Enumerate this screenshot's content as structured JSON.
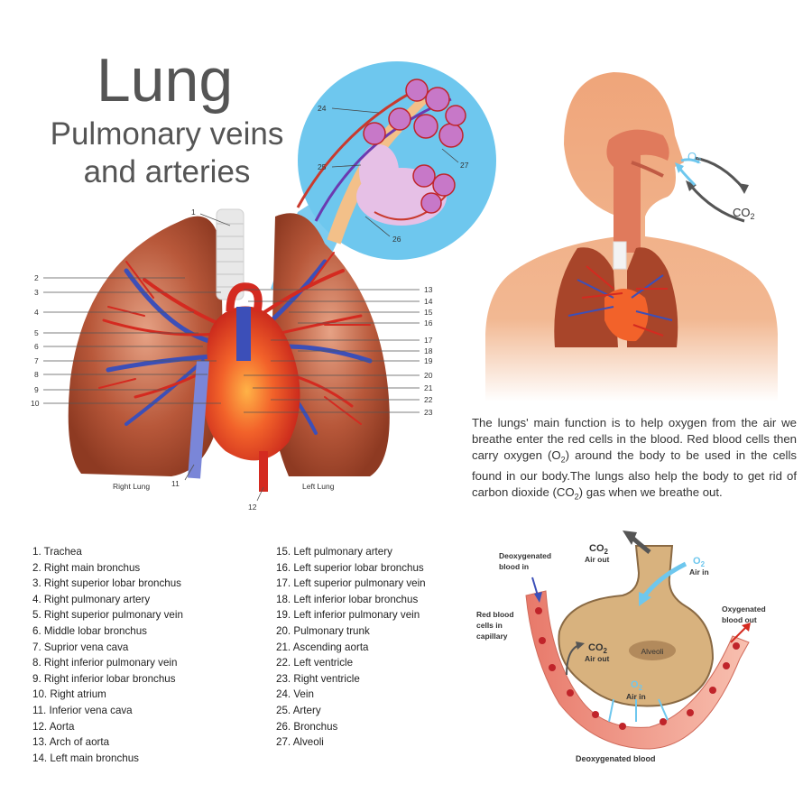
{
  "header": {
    "title": "Lung",
    "subtitle_line1": "Pulmonary veins",
    "subtitle_line2": "and arteries"
  },
  "lung_diagram": {
    "right_lung_label": "Right Lung",
    "left_lung_label": "Left Lung",
    "callouts_left": [
      "1",
      "2",
      "3",
      "4",
      "5",
      "6",
      "7",
      "8",
      "9",
      "10",
      "11",
      "12"
    ],
    "callouts_right": [
      "13",
      "14",
      "15",
      "16",
      "17",
      "18",
      "19",
      "20",
      "21",
      "22",
      "23"
    ],
    "zoom_callouts": [
      "24",
      "25",
      "26",
      "27"
    ]
  },
  "body_diagram": {
    "o2_label": "O",
    "o2_sub": "2",
    "co2_label": "CO",
    "co2_sub": "2"
  },
  "description": {
    "p1": "The lungs' main function is to help oxygen from the air we breathe enter the red cells in the blood. Red blood cells then carry oxygen (O",
    "sub1": "2",
    "p2": ") around the body to be used in the cells found in our body.The lungs also help the body to get rid of carbon dioxide (CO",
    "sub2": "2",
    "p3": ") gas when we breathe out."
  },
  "legend_col1": [
    "1. Trachea",
    "2. Right main bronchus",
    "3. Right superior lobar bronchus",
    "4. Right pulmonary artery",
    "5. Right superior pulmonary vein",
    "6. Middle lobar bronchus",
    "7. Suprior vena cava",
    "8. Right inferior pulmonary vein",
    "9. Right inferior lobar bronchus",
    "10. Right atrium",
    "11. Inferior vena cava",
    "12. Aorta",
    "13. Arch of aorta",
    "14. Left main bronchus"
  ],
  "legend_col2": [
    "15. Left pulmonary artery",
    "16. Left superior lobar bronchus",
    "17. Left superior pulmonary vein",
    "18. Left inferior lobar bronchus",
    "19. Left inferior pulmonary vein",
    "20. Pulmonary trunk",
    "21. Ascending aorta",
    "22. Left ventricle",
    "23. Right ventricle",
    "24. Vein",
    "25. Artery",
    "26. Bronchus",
    "27. Alveoli"
  ],
  "alveoli_diagram": {
    "deoxy_in": [
      "Deoxygenated",
      "blood in"
    ],
    "co2_top": "CO",
    "co2_top_sub": "2",
    "air_out_top": "Air out",
    "o2_top": "O",
    "o2_top_sub": "2",
    "air_in_top": "Air in",
    "oxy_out": [
      "Oxygenated",
      "blood out"
    ],
    "red_cells": [
      "Red blood",
      "cells in",
      "capillary"
    ],
    "co2_mid": "CO",
    "co2_mid_sub": "2",
    "air_out_mid": "Air out",
    "alveoli": "Alveoli",
    "o2_mid": "O",
    "o2_mid_sub": "2",
    "air_in_mid": "Air in",
    "deoxy_bottom": "Deoxygenated blood"
  },
  "colors": {
    "lung": "#a8452a",
    "lung_light": "#d98a6a",
    "artery": "#d42a20",
    "vein": "#3c4fb8",
    "skin": "#efa57a",
    "zoom_bg": "#6ec7ee",
    "alveoli_fill": "#d8b27e",
    "capillary": "#f2a08c"
  }
}
